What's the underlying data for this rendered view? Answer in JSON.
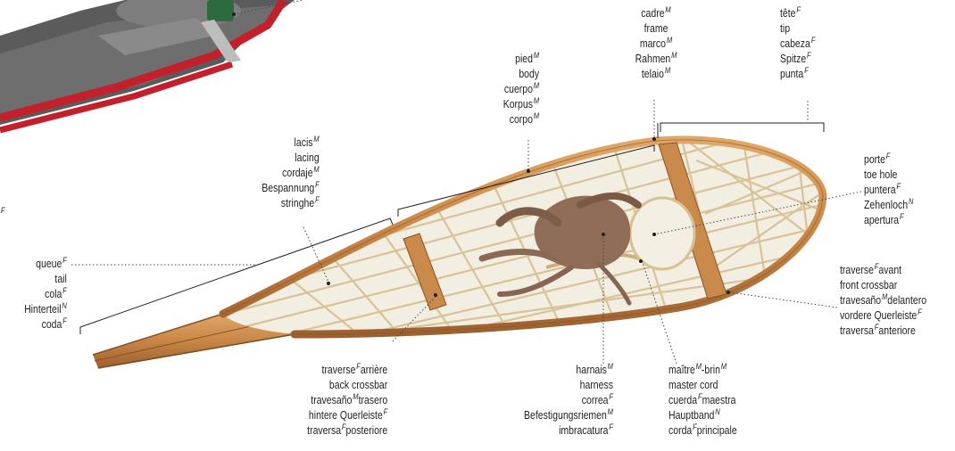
{
  "labels": {
    "frame": [
      {
        "t": "cadre",
        "g": "M"
      },
      {
        "t": "frame",
        "g": ""
      },
      {
        "t": "marco",
        "g": "M"
      },
      {
        "t": "Rahmen",
        "g": "M"
      },
      {
        "t": "telaio",
        "g": "M"
      }
    ],
    "tip": [
      {
        "t": "tête",
        "g": "F"
      },
      {
        "t": "tip",
        "g": ""
      },
      {
        "t": "cabeza",
        "g": "F"
      },
      {
        "t": "Spitze",
        "g": "F"
      },
      {
        "t": "punta",
        "g": "F"
      }
    ],
    "body": [
      {
        "t": "pied",
        "g": "M"
      },
      {
        "t": "body",
        "g": ""
      },
      {
        "t": "cuerpo",
        "g": "M"
      },
      {
        "t": "Korpus",
        "g": "M"
      },
      {
        "t": "corpo",
        "g": "M"
      }
    ],
    "lacing": [
      {
        "t": "lacis",
        "g": "M"
      },
      {
        "t": "lacing",
        "g": ""
      },
      {
        "t": "cordaje",
        "g": "M"
      },
      {
        "t": "Bespannung",
        "g": "F"
      },
      {
        "t": "stringhe",
        "g": "F"
      }
    ],
    "tail": [
      {
        "t": "queue",
        "g": "F"
      },
      {
        "t": "tail",
        "g": ""
      },
      {
        "t": "cola",
        "g": "F"
      },
      {
        "t": "Hinterteil",
        "g": "N"
      },
      {
        "t": "coda",
        "g": "F"
      }
    ],
    "toe_hole": [
      {
        "t": "porte",
        "g": "F"
      },
      {
        "t": "toe hole",
        "g": ""
      },
      {
        "t": "puntera",
        "g": "F"
      },
      {
        "t": "Zehenloch",
        "g": "N"
      },
      {
        "t": "apertura",
        "g": "F"
      }
    ],
    "front_crossbar": [
      {
        "t": "traverse",
        "g": "F",
        "s": "avant"
      },
      {
        "t": "front crossbar",
        "g": ""
      },
      {
        "t": "travesaño",
        "g": "M",
        "s": "delantero"
      },
      {
        "t": "vordere Querleiste",
        "g": "F"
      },
      {
        "t": "traversa",
        "g": "F",
        "s": "anteriore"
      }
    ],
    "back_crossbar": [
      {
        "t": "traverse",
        "g": "F",
        "s": "arrière"
      },
      {
        "t": "back crossbar",
        "g": ""
      },
      {
        "t": "travesaño",
        "g": "M",
        "s": "trasero"
      },
      {
        "t": "hintere Querleiste",
        "g": "F"
      },
      {
        "t": "traversa",
        "g": "F",
        "s": "posteriore"
      }
    ],
    "harness": [
      {
        "t": "harnais",
        "g": "M"
      },
      {
        "t": "harness",
        "g": ""
      },
      {
        "t": "correa",
        "g": "F"
      },
      {
        "t": "Befestigungsriemen",
        "g": "M"
      },
      {
        "t": "imbracatura",
        "g": "F"
      }
    ],
    "master_cord": [
      {
        "t": "maître",
        "g": "M",
        "s": "-brin",
        "g2": "M"
      },
      {
        "t": "master cord",
        "g": ""
      },
      {
        "t": "cuerda",
        "g": "F",
        "s": "maestra"
      },
      {
        "t": "Hauptband",
        "g": "N"
      },
      {
        "t": "corda",
        "g": "F",
        "s": "principale"
      }
    ],
    "stray": {
      "t": "",
      "g": "F"
    }
  },
  "colors": {
    "wood": "#c98a4b",
    "wood_dark": "#9a5f2c",
    "lacing": "#d9c49a",
    "leather": "#8a6a55",
    "text": "#231f20",
    "leader": "#444444"
  }
}
